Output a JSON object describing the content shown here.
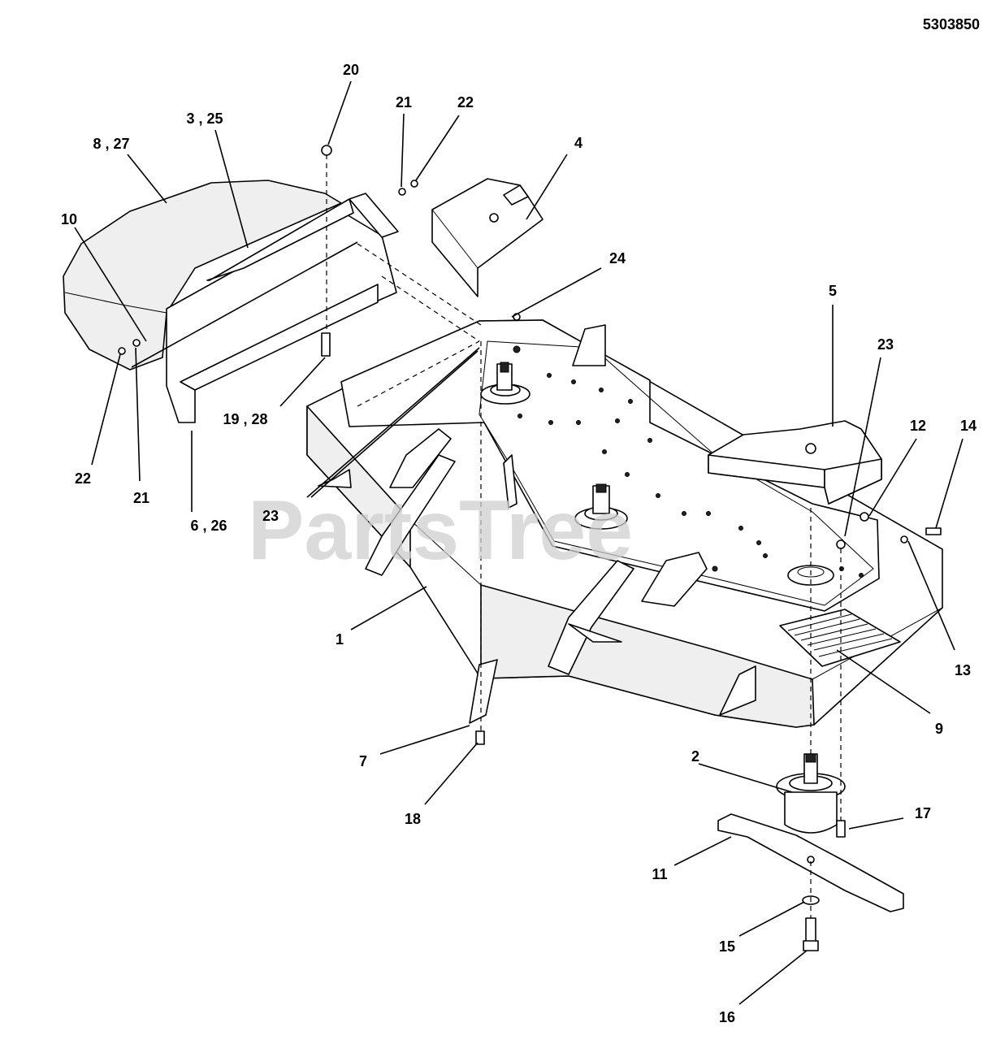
{
  "document_number": "5303850",
  "watermark": "PartsTree",
  "callouts": {
    "c1": "1",
    "c2": "2",
    "c3_25": "3 , 25",
    "c4": "4",
    "c5": "5",
    "c6_26": "6 , 26",
    "c7": "7",
    "c8_27": "8 , 27",
    "c9": "9",
    "c10": "10",
    "c11": "11",
    "c12": "12",
    "c13": "13",
    "c14": "14",
    "c15": "15",
    "c16": "16",
    "c17": "17",
    "c18": "18",
    "c19_28": "19 , 28",
    "c20": "20",
    "c21_top": "21",
    "c21_left": "21",
    "c22_top": "22",
    "c22_left": "22",
    "c23_left": "23",
    "c23_right": "23",
    "c24": "24"
  }
}
